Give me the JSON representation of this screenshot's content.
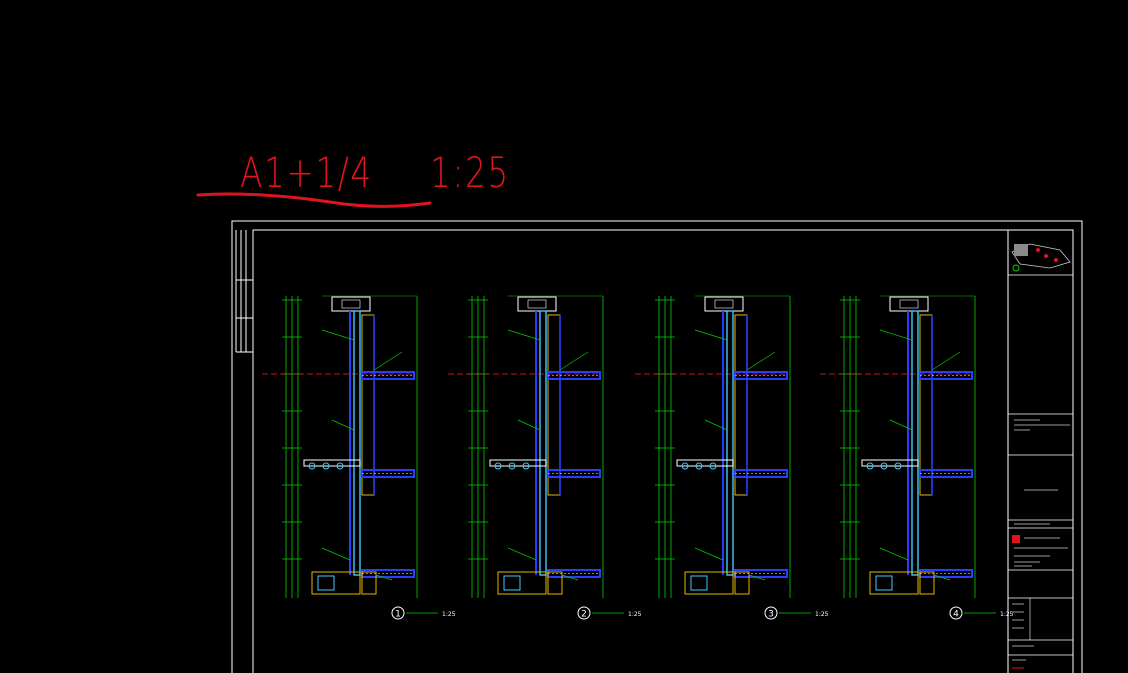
{
  "annotation": {
    "label": "A1+1/4",
    "scale": "1:25"
  },
  "sections": [
    {
      "number": "1",
      "scale": "1:25"
    },
    {
      "number": "2",
      "scale": "1:25"
    },
    {
      "number": "3",
      "scale": "1:25"
    },
    {
      "number": "4",
      "scale": "1:25"
    }
  ],
  "colors": {
    "background": "#000000",
    "annotation": "#e0141e",
    "frame": "#ffffff",
    "dimension": "#00d000",
    "glazing": "#40c8ff",
    "slab": "#2a3cff",
    "insulation": "#e6b800",
    "datum": "#ff2020"
  }
}
